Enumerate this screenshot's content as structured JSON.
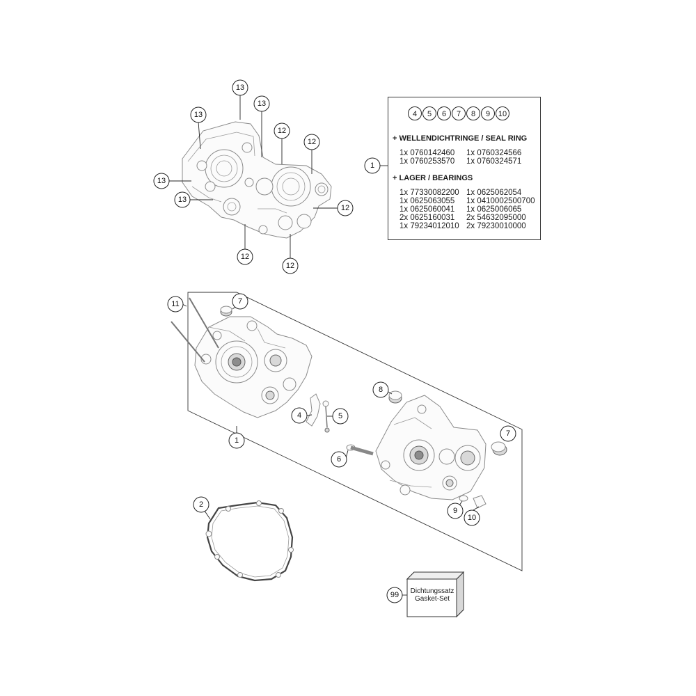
{
  "callouts": {
    "c13a": "13",
    "c13b": "13",
    "c13c": "13",
    "c13d": "13",
    "c13e": "13",
    "c12a": "12",
    "c12b": "12",
    "c12c": "12",
    "c12d": "12",
    "c12e": "12",
    "c11": "11",
    "c7a": "7",
    "c7b": "7",
    "c8": "8",
    "c4": "4",
    "c5": "5",
    "c1main": "1",
    "c1kit": "1",
    "c6": "6",
    "c9": "9",
    "c10": "10",
    "c2": "2",
    "c99": "99"
  },
  "kit": {
    "numbers": [
      "4",
      "5",
      "6",
      "7",
      "8",
      "9",
      "10"
    ],
    "seal_heading": "+ WELLENDICHTRINGE / SEAL RING",
    "seal_items": [
      "1x 0760142460",
      "1x 0760324566",
      "1x 0760253570",
      "1x 0760324571"
    ],
    "bearing_heading": "+ LAGER / BEARINGS",
    "bearing_items": [
      "1x 77330082200",
      "1x 0625062054",
      "1x 0625063055",
      "1x 0410002500700",
      "1x 0625060041",
      "1x 0625006065",
      "2x 0625160031",
      "2x 54632095000",
      "1x 79234012010",
      "2x 79230010000"
    ]
  },
  "gasket_set": {
    "line1": "Dichtungssatz",
    "line2": "Gasket-Set"
  }
}
